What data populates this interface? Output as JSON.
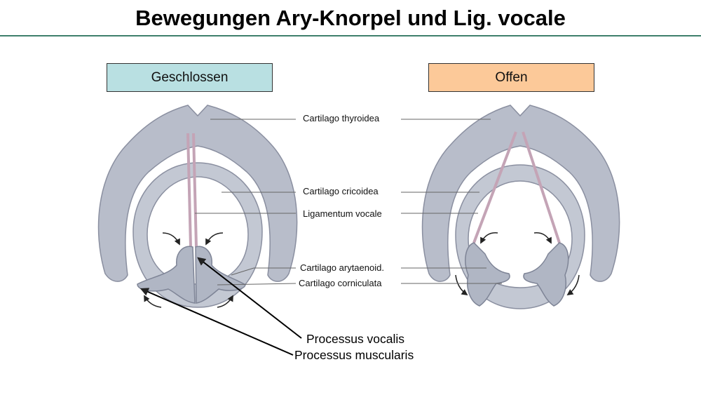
{
  "title": "Bewegungen Ary-Knorpel und Lig. vocale",
  "states": {
    "closed": "Geschlossen",
    "open": "Offen"
  },
  "labels": {
    "thyroid": "Cartilago thyroidea",
    "cricoid": "Cartilago cricoidea",
    "ligament": "Ligamentum vocale",
    "arytenoid": "Cartilago arytaenoid.",
    "corniculate": "Cartilago corniculata"
  },
  "processes": {
    "vocalis": "Processus vocalis",
    "muscularis": "Processus muscularis"
  },
  "colors": {
    "cartilage": "#b8bdca",
    "cartilage_dark": "#8a8fa0",
    "ligament": "#c4a4b6",
    "closed_box": "#b9e0e2",
    "open_box": "#fcc999",
    "rule": "#3f7f6c"
  }
}
